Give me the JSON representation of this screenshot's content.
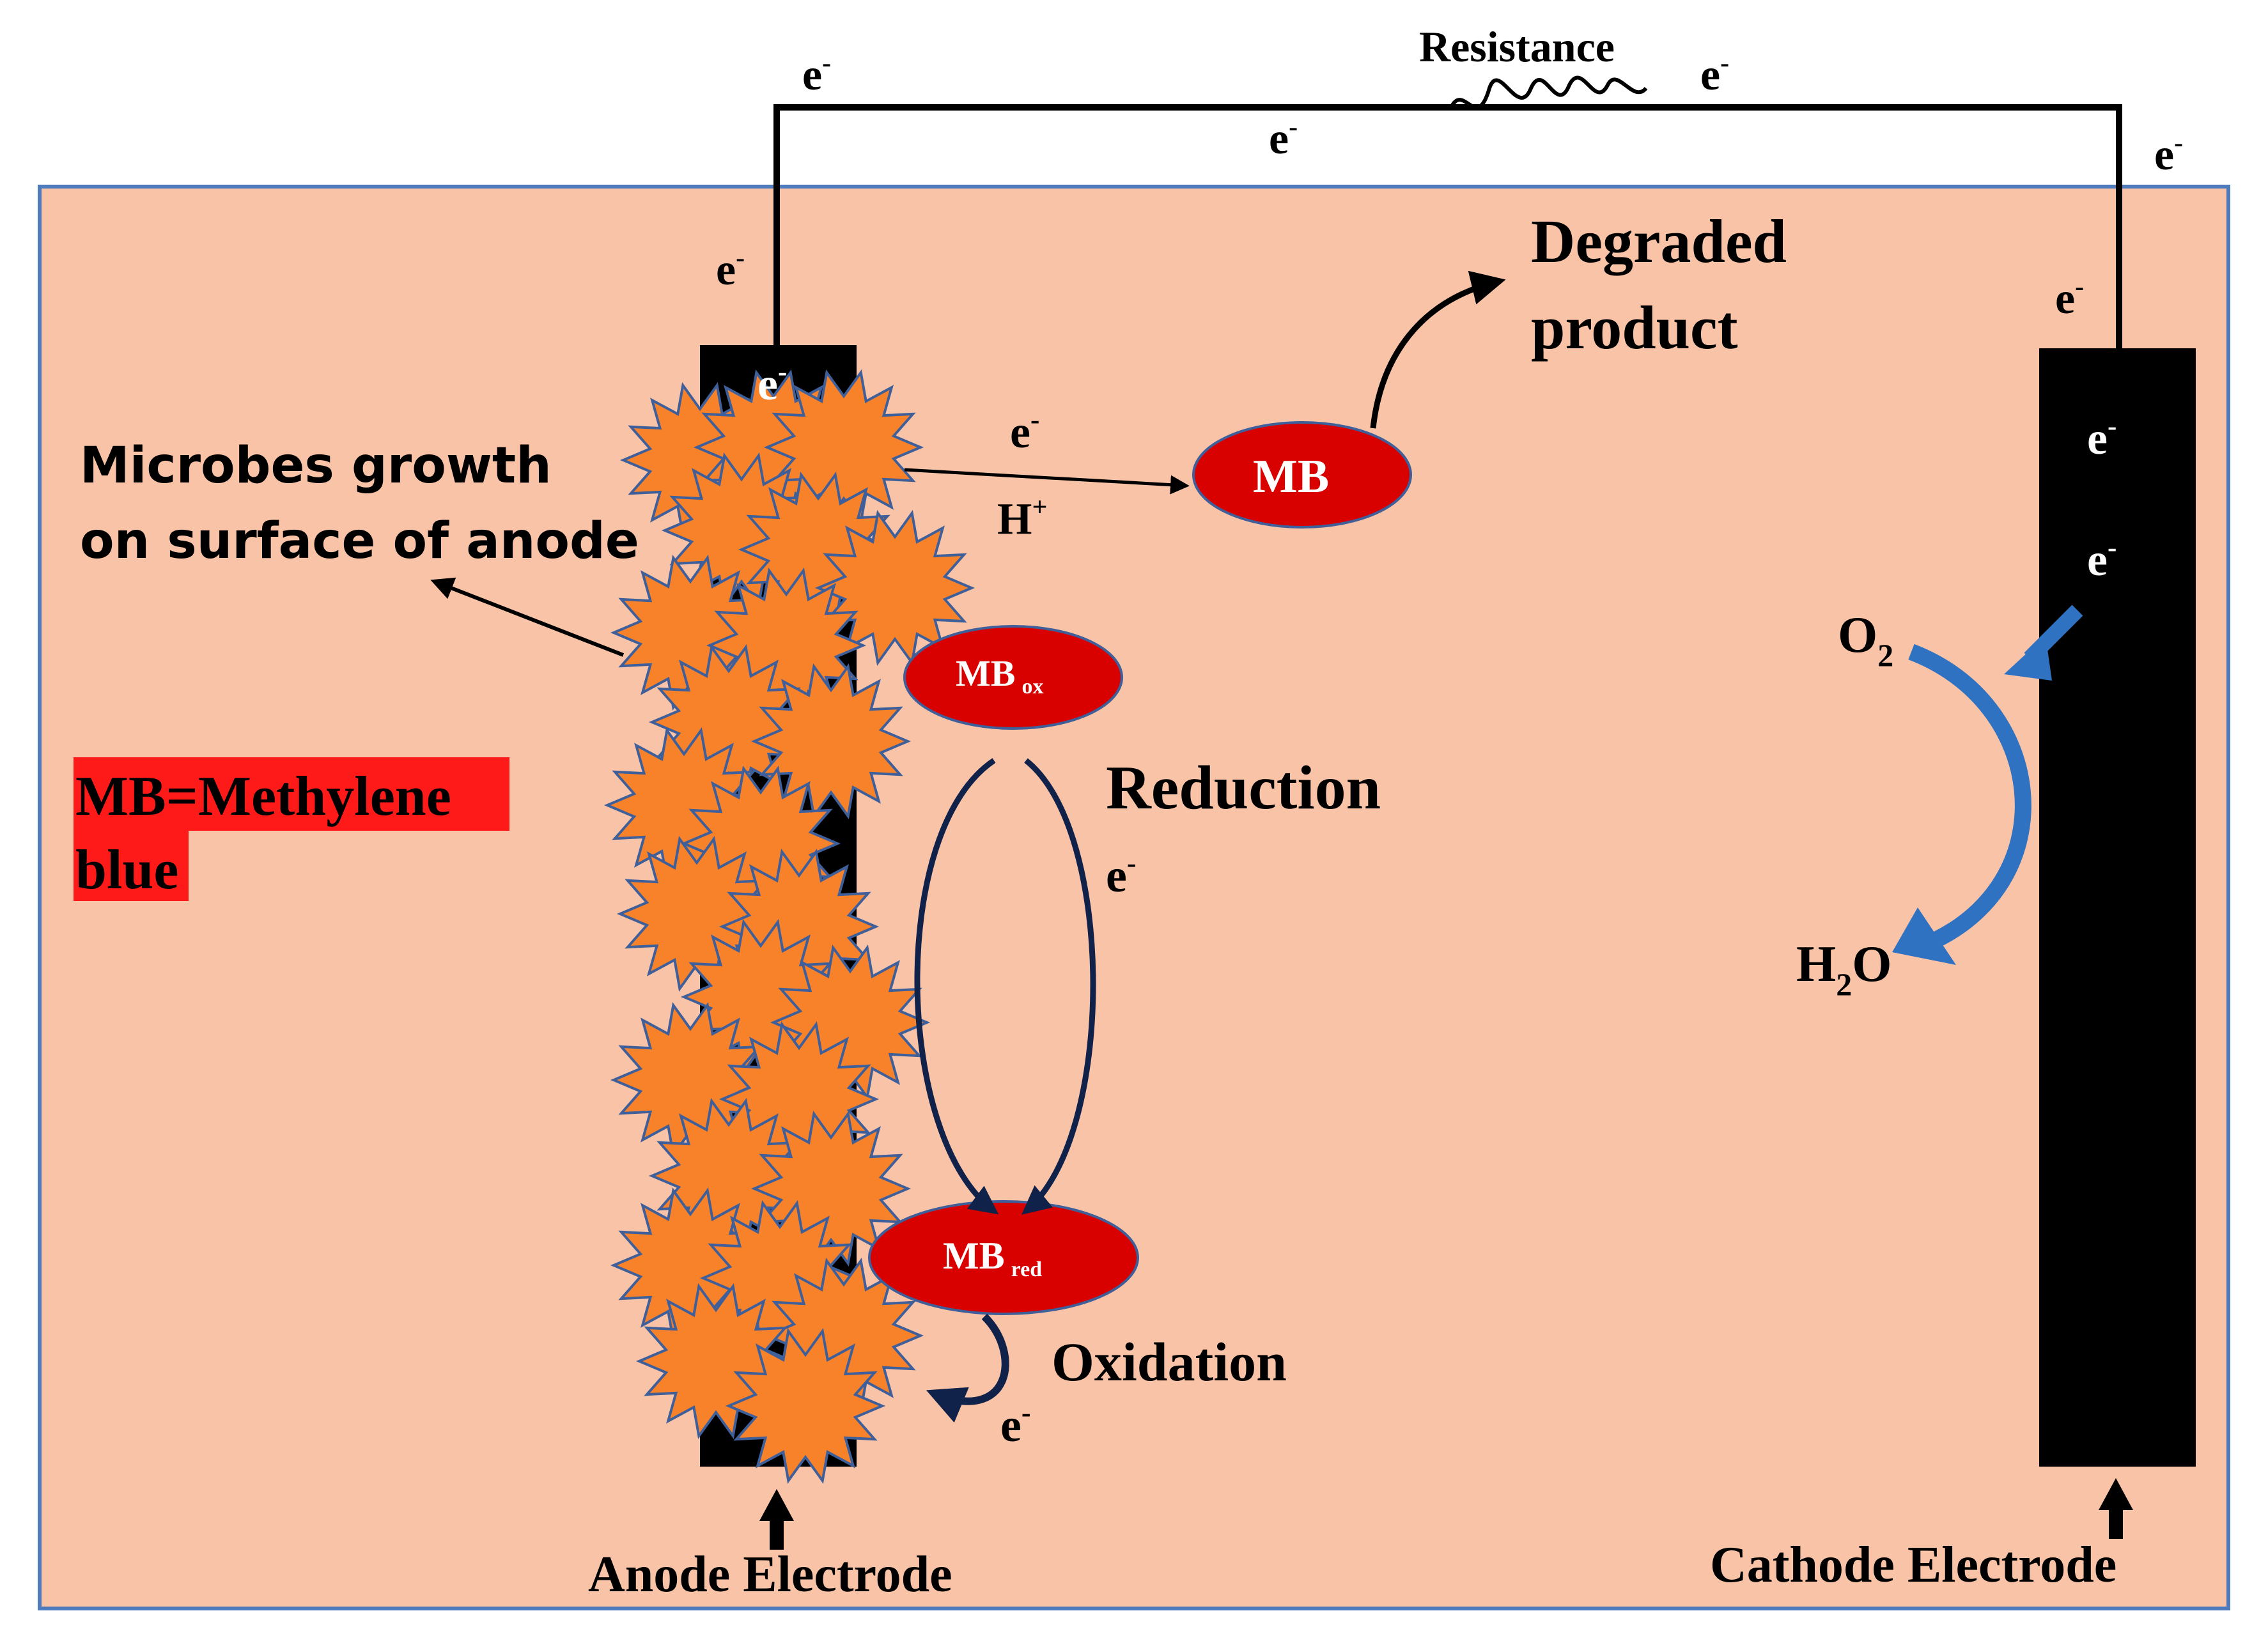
{
  "labels": {
    "resistance": "Resistance",
    "degraded_line1": "Degraded",
    "degraded_line2": "product",
    "microbes_line1": "Microbes growth",
    "microbes_line2": "on surface of anode",
    "legend_line1": "MB=Methylene",
    "legend_line2": "blue",
    "reduction": "Reduction",
    "oxidation": "Oxidation",
    "anode": "Anode Electrode",
    "cathode": "Cathode Electrode",
    "electron_base": "e",
    "electron_minus": "-",
    "proton_base": "H",
    "proton_plus": "+",
    "o2_base": "O",
    "o2_sub": "2",
    "h2o_h": "H",
    "h2o_sub": "2",
    "h2o_o": "O",
    "mb": "MB",
    "mb_ox_base": "MB",
    "mb_ox_sub": "ox",
    "mb_red_base": "MB",
    "mb_red_sub": "red"
  },
  "colors": {
    "chamber_fill": "#f9c3a7",
    "chamber_border": "#4e7bbd",
    "electrode": "#000000",
    "microbe_fill": "#f7822a",
    "microbe_stroke": "#3e5f9a",
    "mb_fill": "#d90000",
    "legend_bg": "#ff1a1a",
    "arrow_blue": "#2f72c2",
    "reduction_arrow": "#11224a"
  }
}
